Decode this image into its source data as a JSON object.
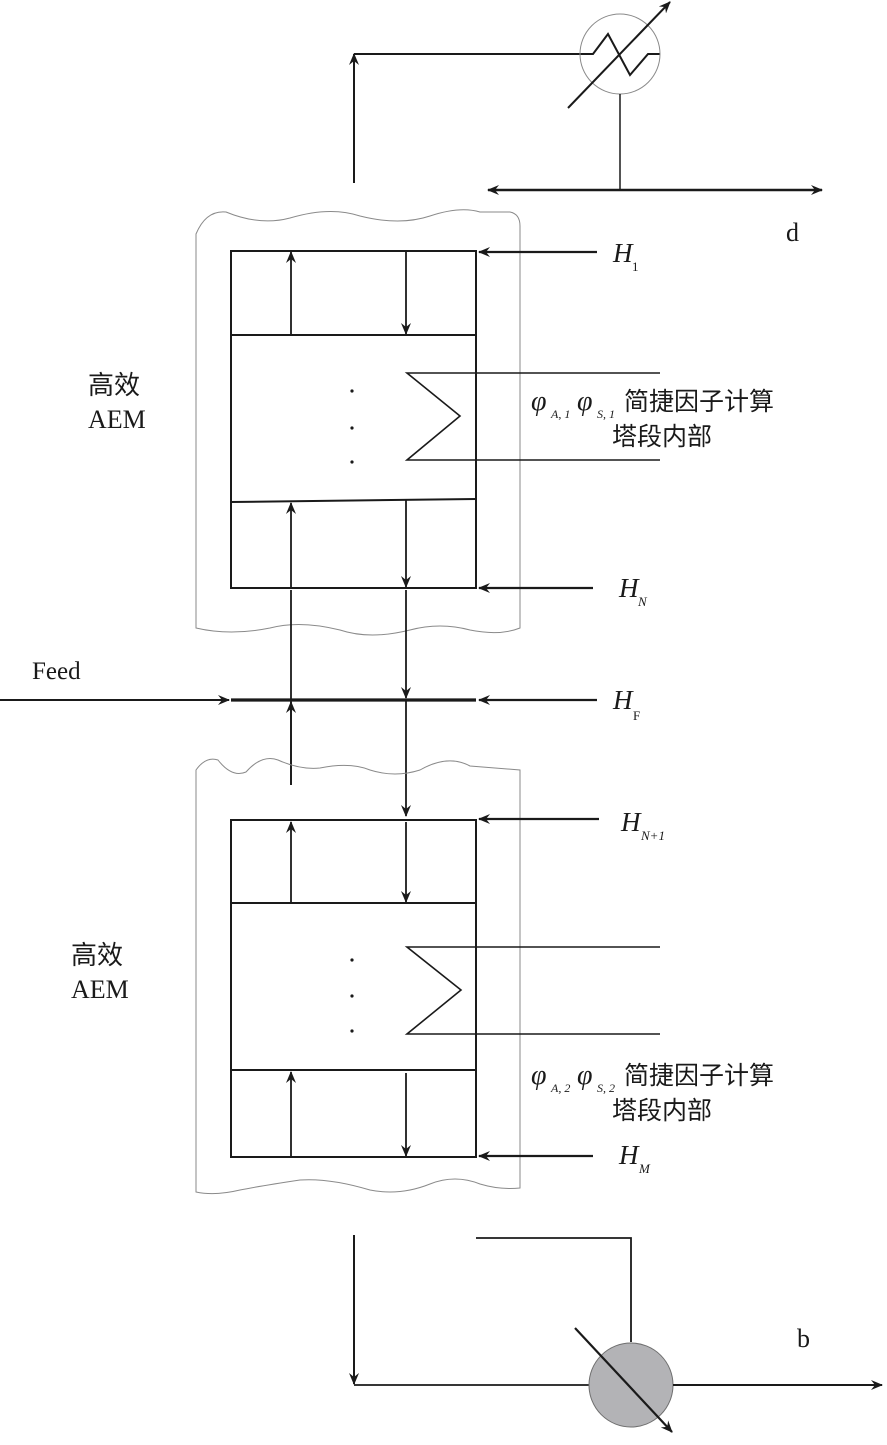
{
  "diagram": {
    "title": "",
    "colors": {
      "line": "#1a1a1a",
      "jacket": "#8a8a8a",
      "reboiler_fill": "#b3b3b6"
    },
    "labels": {
      "distillate": "d",
      "bottoms": "b",
      "feed": "Feed",
      "upper_section": {
        "line1": "高效",
        "line2": "AEM"
      },
      "lower_section": {
        "line1": "高效",
        "line2": "AEM"
      },
      "upper_factor": {
        "phi": "φ",
        "sub_a": "A, 1",
        "sub_s": "S, 1",
        "text": "简捷因子计算",
        "line2": "塔段内部"
      },
      "lower_factor": {
        "phi": "φ",
        "sub_a": "A, 2",
        "sub_s": "S, 2",
        "text": "简捷因子计算",
        "line2": "塔段内部"
      },
      "stages": [
        {
          "id": "H1",
          "main": "H",
          "sub": "1"
        },
        {
          "id": "HN",
          "main": "H",
          "sub": "N"
        },
        {
          "id": "HF",
          "main": "H",
          "sub": "F"
        },
        {
          "id": "HN1",
          "main": "H",
          "sub": "N+1"
        },
        {
          "id": "HM",
          "main": "H",
          "sub": "M"
        }
      ]
    },
    "components": {
      "condenser": "condenser-icon",
      "reboiler": "reboiler-icon"
    }
  }
}
